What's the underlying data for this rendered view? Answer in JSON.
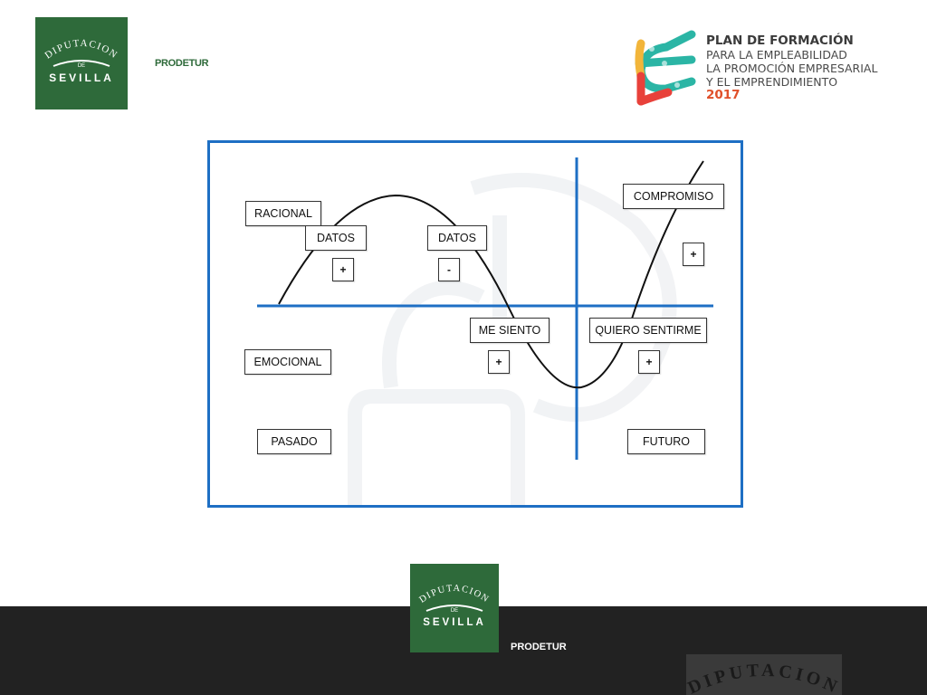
{
  "header": {
    "logo_top": {
      "line1": "DIPUTACION",
      "line2": "DE",
      "line3": "SEVILLA"
    },
    "prodetur": "PRODETUR",
    "plan": {
      "line1": "PLAN DE FORMACIÓN",
      "line2": "PARA LA EMPLEABILIDAD",
      "line3": "LA PROMOCIÓN EMPRESARIAL",
      "line4": "Y EL EMPRENDIMIENTO",
      "year": "2017"
    }
  },
  "diagram": {
    "labels": {
      "racional": "RACIONAL",
      "emocional": "EMOCIONAL",
      "pasado": "PASADO",
      "futuro": "FUTURO",
      "datos_1": "DATOS",
      "datos_2": "DATOS",
      "me_siento": "ME SIENTO",
      "quiero_sentirme": "QUIERO SENTIRME",
      "compromiso": "COMPROMISO"
    },
    "signs": {
      "datos_1": "+",
      "datos_2": "-",
      "me_siento": "+",
      "quiero_sentirme": "+",
      "compromiso": "+"
    }
  },
  "footer": {
    "logo": {
      "line1": "DIPUTACION",
      "line2": "DE",
      "line3": "SEVILLA"
    },
    "prodetur": "PRODETUR",
    "stamp_text": "DIPUTACION"
  },
  "colors": {
    "green": "#2e6a3a",
    "blue": "#1e6fc4",
    "footer": "#222222",
    "year": "#e0502a"
  }
}
